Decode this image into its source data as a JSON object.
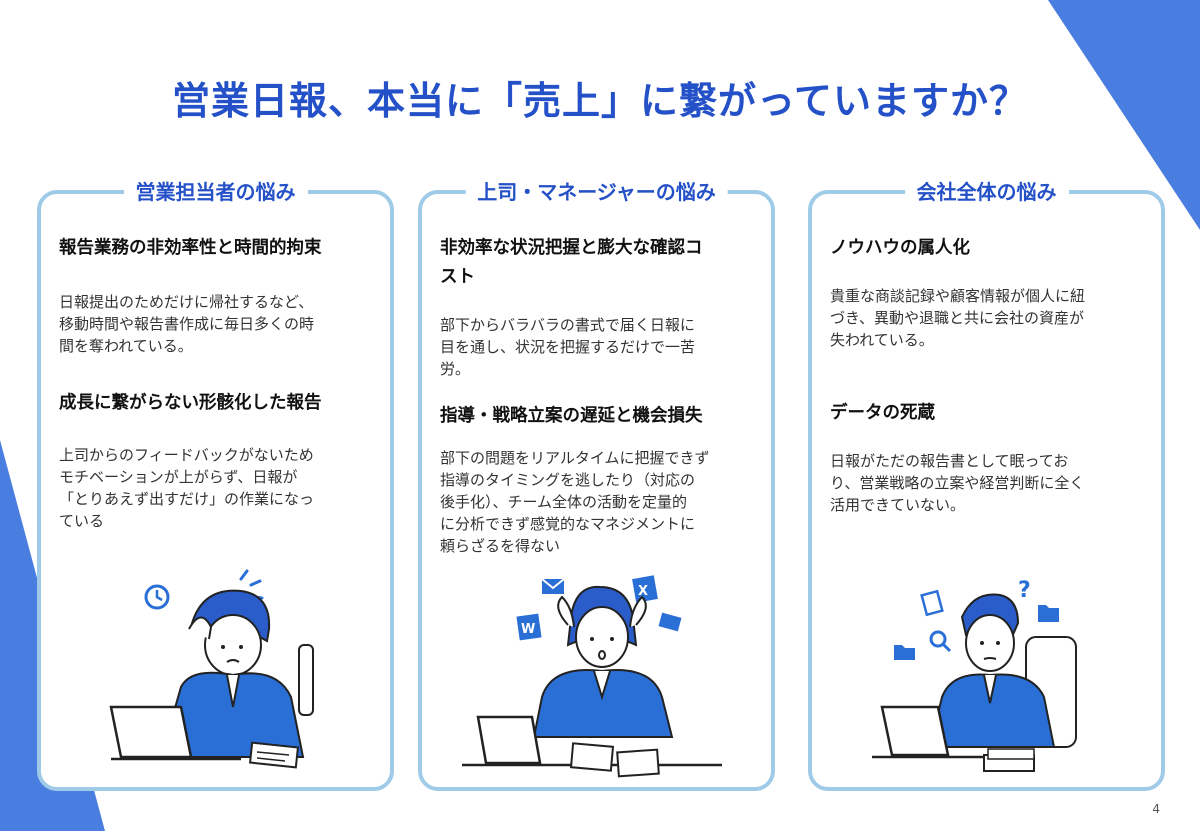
{
  "title": "営業日報、本当に「売上」に繋がっていますか？",
  "page_number": "4",
  "colors": {
    "accent": "#2450c8",
    "triangle": "#4a7de0",
    "card_border": "#9fcbe8"
  },
  "cards": [
    {
      "label": "営業担当者の悩み",
      "heading1": "報告業務の非効率性と時間的拘束",
      "text1": "日報提出のためだけに帰社するなど、\n移動時間や報告書作成に毎日多くの時\n間を奪われている。",
      "heading2": "成長に繋がらない形骸化した報告",
      "text2": "上司からのフィードバックがないため\nモチベーションが上がらず、日報が\n「とりあえず出すだけ」の作業になっ\nている",
      "illustration": "stressed-salesperson-at-laptop"
    },
    {
      "label": "上司・マネージャーの悩み",
      "heading1": "非効率な状況把握と膨大な確認コ\nスト",
      "text1": "部下からバラバラの書式で届く日報に\n目を通し、状況を把握するだけで一苦\n労。",
      "heading2": "指導・戦略立案の遅延と機会損失",
      "text2": "部下の問題をリアルタイムに把握できず\n指導のタイミングを逃したり（対応の\n後手化）、チーム全体の活動を定量的\nに分析できず感覚的なマネジメントに\n頼らざるを得ない",
      "illustration": "overwhelmed-manager-with-documents"
    },
    {
      "label": "会社全体の悩み",
      "heading1": "ノウハウの属人化",
      "text1": "貴重な商談記録や顧客情報が個人に紐\nづき、異動や退職と共に会社の資産が\n失われている。",
      "heading2": "データの死蔵",
      "text2": "日報がただの報告書として眠ってお\nり、営業戦略の立案や経営判断に全く\n活用できていない。",
      "illustration": "confused-employee-with-files"
    }
  ]
}
